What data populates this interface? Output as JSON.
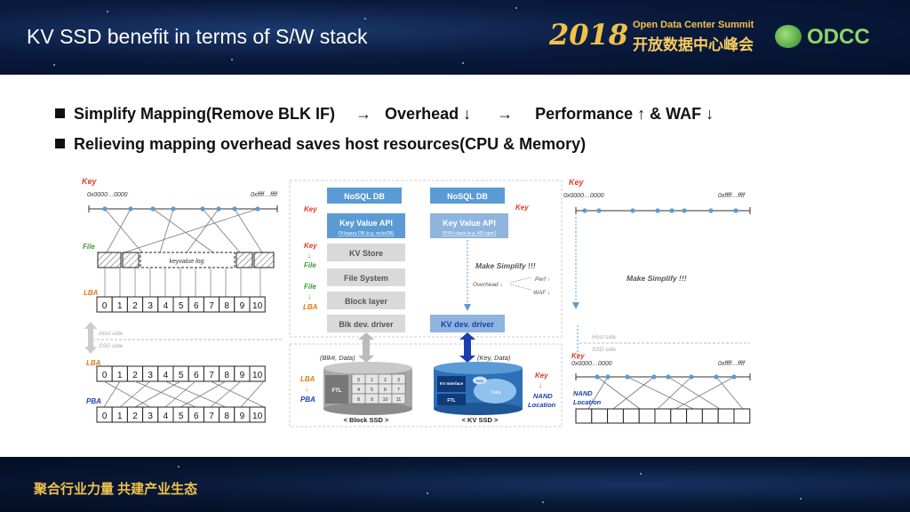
{
  "header": {
    "title": "KV SSD benefit in terms of S/W stack",
    "logo_year": "2018",
    "logo_event_en": "Open Data Center Summit",
    "logo_event_cn": "开放数据中心峰会",
    "org_logo": "ODCC"
  },
  "footer": {
    "slogan": "聚合行业力量  共建产业生态"
  },
  "bullets": [
    {
      "parts": [
        "Simplify Mapping(Remove BLK IF)",
        "→",
        "Overhead ↓",
        "→",
        "Performance ↑  & WAF ↓"
      ]
    },
    {
      "parts": [
        "Relieving mapping overhead saves host resources(CPU & Memory)"
      ]
    }
  ],
  "diagram": {
    "left": {
      "key": "Key",
      "addr_start": "0x0000…0000",
      "addr_end": "0xffff…ffff",
      "file": "File",
      "keyvalue_log": "keyvalue log",
      "lba": "LBA",
      "lba_cells": [
        "0",
        "1",
        "2",
        "3",
        "4",
        "5",
        "6",
        "7",
        "8",
        "9",
        "10"
      ],
      "host_side": "Host side",
      "ssd_side": "SSD side",
      "lba2": "LBA",
      "pba": "PBA",
      "pba_cells": [
        "0",
        "1",
        "2",
        "3",
        "4",
        "5",
        "6",
        "7",
        "8",
        "9",
        "10"
      ]
    },
    "center": {
      "nosql_left": "NoSQL DB",
      "nosql_right": "NoSQL DB",
      "key_a": "Key",
      "key_b": "Key",
      "kv_api_left": "Key Value API",
      "kv_api_left_sub": "Of legacy DB (e.g. rocksDB)",
      "kv_api_right": "Key Value API",
      "kv_api_right_sub": "Of KV stack (e.g. ADI spec)",
      "kv_store": "KV Store",
      "file_system": "File System",
      "block_layer": "Block layer",
      "blk_driver": "Blk dev. driver",
      "kv_driver": "KV dev. driver",
      "flow_key": "Key",
      "flow_arrow1": "↓",
      "flow_file": "File",
      "flow_file2": "File",
      "flow_arrow2": "↓",
      "flow_lba": "LBA",
      "make_simplify": "Make Simplify !!!",
      "overhead": "Overhead ↓",
      "perf": "Perf ↑",
      "waf": "WAF ↓",
      "blk_data": "(Blk#, Data)",
      "key_data": "(Key, Data)",
      "block_ssd": "< Block SSD >",
      "kv_ssd": "< KV SSD >",
      "ssd_lba": "LBA",
      "ssd_arrow": "↓",
      "ssd_pba": "PBA",
      "ftl": "FTL",
      "ftl_grid": [
        "0",
        "1",
        "2",
        "3",
        "4",
        "5",
        "6",
        "7",
        "8",
        "9",
        "10",
        "11"
      ],
      "kv_interface": "KV Interface",
      "kv_ftl": "FTL",
      "bubble_key": "Key",
      "bubble_data": "Data",
      "nand_key": "Key",
      "nand_arrow": "↓",
      "nand_label": "NAND",
      "nand_location": "Location"
    },
    "right": {
      "key": "Key",
      "addr_start": "0x0000…0000",
      "addr_end": "0xffff…ffff",
      "make_simplify": "Make Simplify !!!",
      "host_side": "Host side",
      "ssd_side": "SSD side",
      "key2": "Key",
      "addr_start2": "0x0000…0000",
      "addr_end2": "0xffff…ffff",
      "nand": "NAND",
      "location": "Location"
    }
  },
  "colors": {
    "red_label": "#e23b2a",
    "orange_label": "#e07b1c",
    "green_label": "#3d9a3a",
    "blue_label": "#1b3fb0",
    "api_blue": "#5b9bd5",
    "layer_gray": "#d9d9d9",
    "dot_blue": "#5b9bd5"
  }
}
